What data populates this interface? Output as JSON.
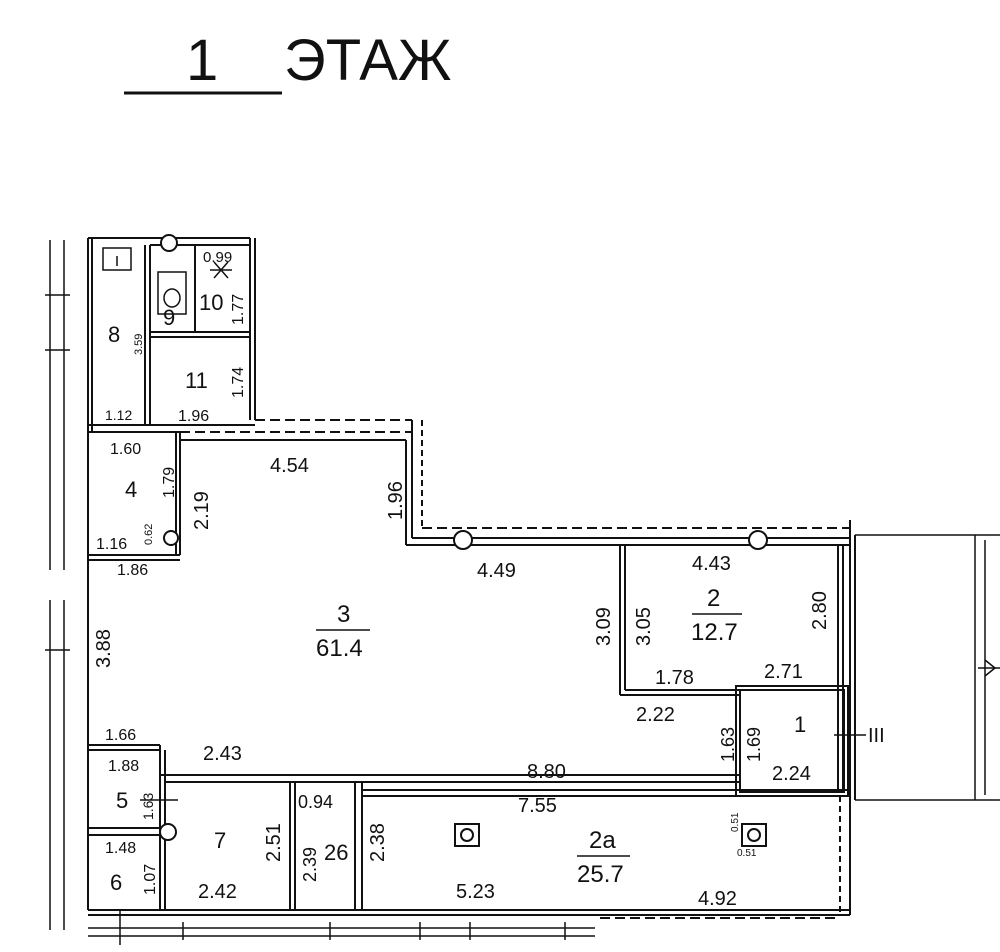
{
  "title": {
    "number": "1",
    "word": "ЭТАЖ"
  },
  "rooms": [
    {
      "id": "1",
      "area": ""
    },
    {
      "id": "2",
      "area": "12.7"
    },
    {
      "id": "2a",
      "area": "25.7"
    },
    {
      "id": "3",
      "area": "61.4"
    },
    {
      "id": "4",
      "area": ""
    },
    {
      "id": "5",
      "area": ""
    },
    {
      "id": "6",
      "area": ""
    },
    {
      "id": "7",
      "area": ""
    },
    {
      "id": "8",
      "area": ""
    },
    {
      "id": "9",
      "area": ""
    },
    {
      "id": "10",
      "area": ""
    },
    {
      "id": "11",
      "area": ""
    },
    {
      "id": "26",
      "area": ""
    }
  ],
  "entrance_mark": "III",
  "dimensions": {
    "d_099": "0.99",
    "d_177": "1.77",
    "d_359": "3.59",
    "d_174": "1.74",
    "d_112": "1.12",
    "d_196a": "1.96",
    "d_160": "1.60",
    "d_179": "1.79",
    "d_219": "2.19",
    "d_116": "1.16",
    "d_062": "0.62",
    "d_186": "1.86",
    "d_454": "4.54",
    "d_196b": "1.96",
    "d_449": "4.49",
    "d_443": "4.43",
    "d_309": "3.09",
    "d_305": "3.05",
    "d_280": "2.80",
    "d_388": "3.88",
    "d_178": "1.78",
    "d_271": "2.71",
    "d_222": "2.22",
    "d_163a": "1.63",
    "d_169": "1.69",
    "d_224": "2.24",
    "d_166": "1.66",
    "d_243": "2.43",
    "d_880": "8.80",
    "d_188": "1.88",
    "d_163b": "1.63",
    "d_094": "0.94",
    "d_755": "7.55",
    "d_251": "2.51",
    "d_239": "2.39",
    "d_238": "2.38",
    "d_148": "1.48",
    "d_107": "1.07",
    "d_242": "2.42",
    "d_523": "5.23",
    "d_492": "4.92",
    "d_051a": "0.51",
    "d_051b": "0.51"
  }
}
